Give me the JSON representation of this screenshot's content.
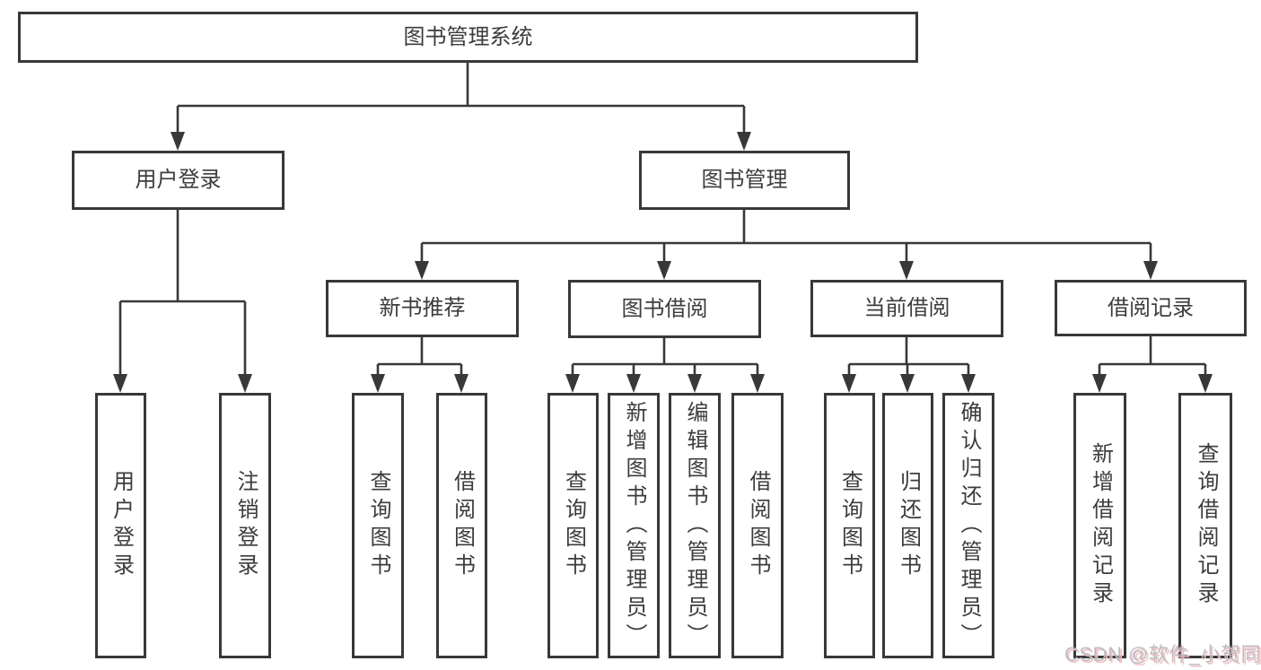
{
  "colors": {
    "line": "#383838",
    "box_fill": "#ffffff",
    "text": "#3c3c3c",
    "watermark": "#b7b7bf",
    "watermark_shadow": "#f3bcbc"
  },
  "root": {
    "label": "图书管理系统"
  },
  "level2": [
    {
      "label": "用户登录",
      "children": [
        {
          "label": "用户登录"
        },
        {
          "label": "注销登录"
        }
      ]
    },
    {
      "label": "图书管理",
      "children": [
        {
          "label": "新书推荐",
          "children": [
            {
              "label": "查询图书"
            },
            {
              "label": "借阅图书"
            }
          ]
        },
        {
          "label": "图书借阅",
          "children": [
            {
              "label": "查询图书"
            },
            {
              "label": "新增图书（管理员）"
            },
            {
              "label": "编辑图书（管理员）"
            },
            {
              "label": "借阅图书"
            }
          ]
        },
        {
          "label": "当前借阅",
          "children": [
            {
              "label": "查询图书"
            },
            {
              "label": "归还图书"
            },
            {
              "label": "确认归还（管理员）"
            }
          ]
        },
        {
          "label": "借阅记录",
          "children": [
            {
              "label": "新增借阅记录"
            },
            {
              "label": "查询借阅记录"
            }
          ]
        }
      ]
    }
  ],
  "watermark": "CSDN @软件_小贺同学"
}
